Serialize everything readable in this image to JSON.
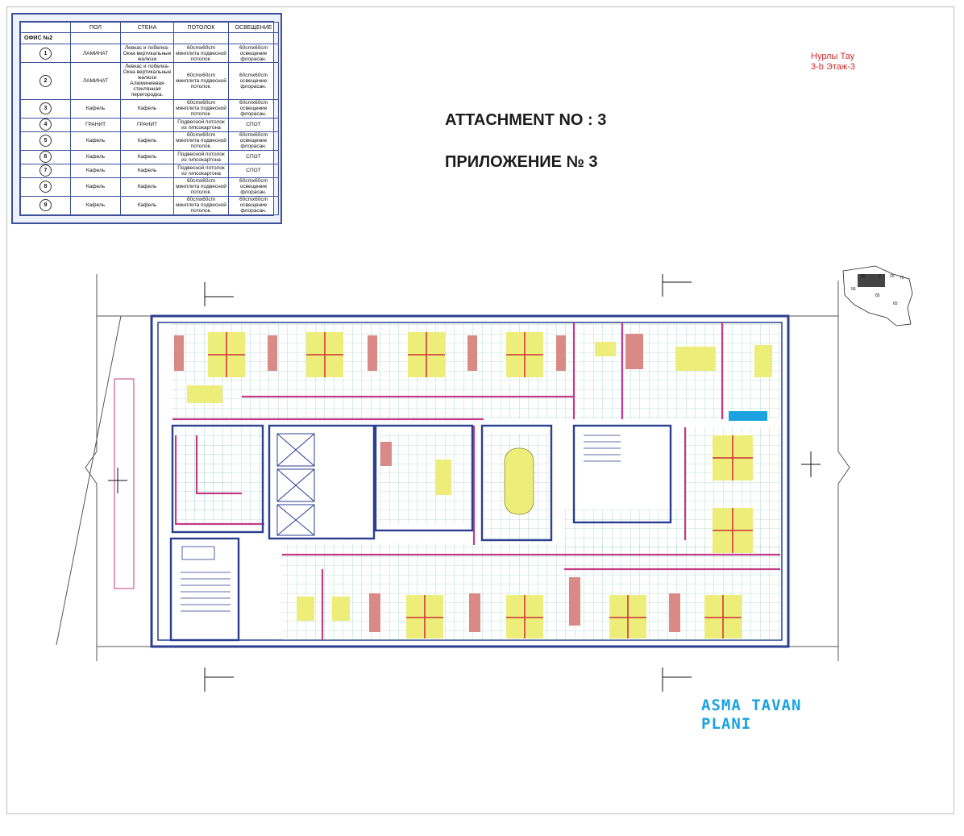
{
  "legend": {
    "headers": [
      "",
      "ПОЛ",
      "СТЕНА",
      "ПОТОЛОК",
      "ОСВЕЩЕНИЕ"
    ],
    "office_label": "ОФИС №2",
    "rows": [
      {
        "num": "1",
        "floor": "ЛАМИНАТ",
        "wall": "Левкас и побелка-Окна вертикальные жалюзи",
        "ceiling": "60cmx60cm минплита подвесной потолок.",
        "light": "60cmx60cm освещение флорасан."
      },
      {
        "num": "2",
        "floor": "ЛАМИНАТ",
        "wall": "Левкас и побелка-Окна вертикальные жалюзи Алюминиевая стеклянная перегородка.",
        "ceiling": "60cmx60cm минплита подвесной потолок.",
        "light": "60cmx60cm освещение флорасан."
      },
      {
        "num": "3",
        "floor": "Кафель",
        "wall": "Кафель",
        "ceiling": "60cmx60cm минплита подвесной потолок.",
        "light": "60cmx60cm освещение флорасан."
      },
      {
        "num": "4",
        "floor": "ГРАНИТ",
        "wall": "ГРАНИТ",
        "ceiling": "Подвесной потолок из гипсокартона",
        "light": "СПОТ"
      },
      {
        "num": "5",
        "floor": "Кафель",
        "wall": "Кафель",
        "ceiling": "60cmx60cm минплита подвесной потолок.",
        "light": "60cmx60cm освещение флорасан."
      },
      {
        "num": "6",
        "floor": "Кафель",
        "wall": "Кафель",
        "ceiling": "Подвесной потолок из гипсокартона",
        "light": "СПОТ"
      },
      {
        "num": "7",
        "floor": "Кафель",
        "wall": "Кафель",
        "ceiling": "Подвесной потолок из гипсокартона",
        "light": "СПОТ"
      },
      {
        "num": "8",
        "floor": "Кафель",
        "wall": "Кафель",
        "ceiling": "60cmx60cm минплита подвесной потолок.",
        "light": "60cmx60cm освещение флорасан."
      },
      {
        "num": "9",
        "floor": "Кафель",
        "wall": "Кафель",
        "ceiling": "60cmx60cm минплита подвесной потолок.",
        "light": "60cmx60cm освещение флорасан."
      }
    ]
  },
  "title": {
    "attachment_en": "ATTACHMENT NO : 3",
    "attachment_ru": "ПРИЛОЖЕНИЕ № 3"
  },
  "project": {
    "name": "Нурлы Тау",
    "block_floor": "3-b   Этаж-3"
  },
  "plan_label": {
    "line1": "ASMA TAVAN",
    "line2": "PLANI"
  },
  "key_plan": {
    "labels": [
      "46",
      "2",
      "25",
      "75",
      "56",
      "85",
      "65"
    ]
  },
  "colors": {
    "wall": "#2a3f8f",
    "grid": "#7fc6b6",
    "partition": "#c33a86",
    "desk": "#eded7a",
    "desk_line": "#cf2f3a",
    "chair": "#d98a86",
    "accent_blue": "#1aa3e0",
    "project_red": "#cc2b2b"
  }
}
